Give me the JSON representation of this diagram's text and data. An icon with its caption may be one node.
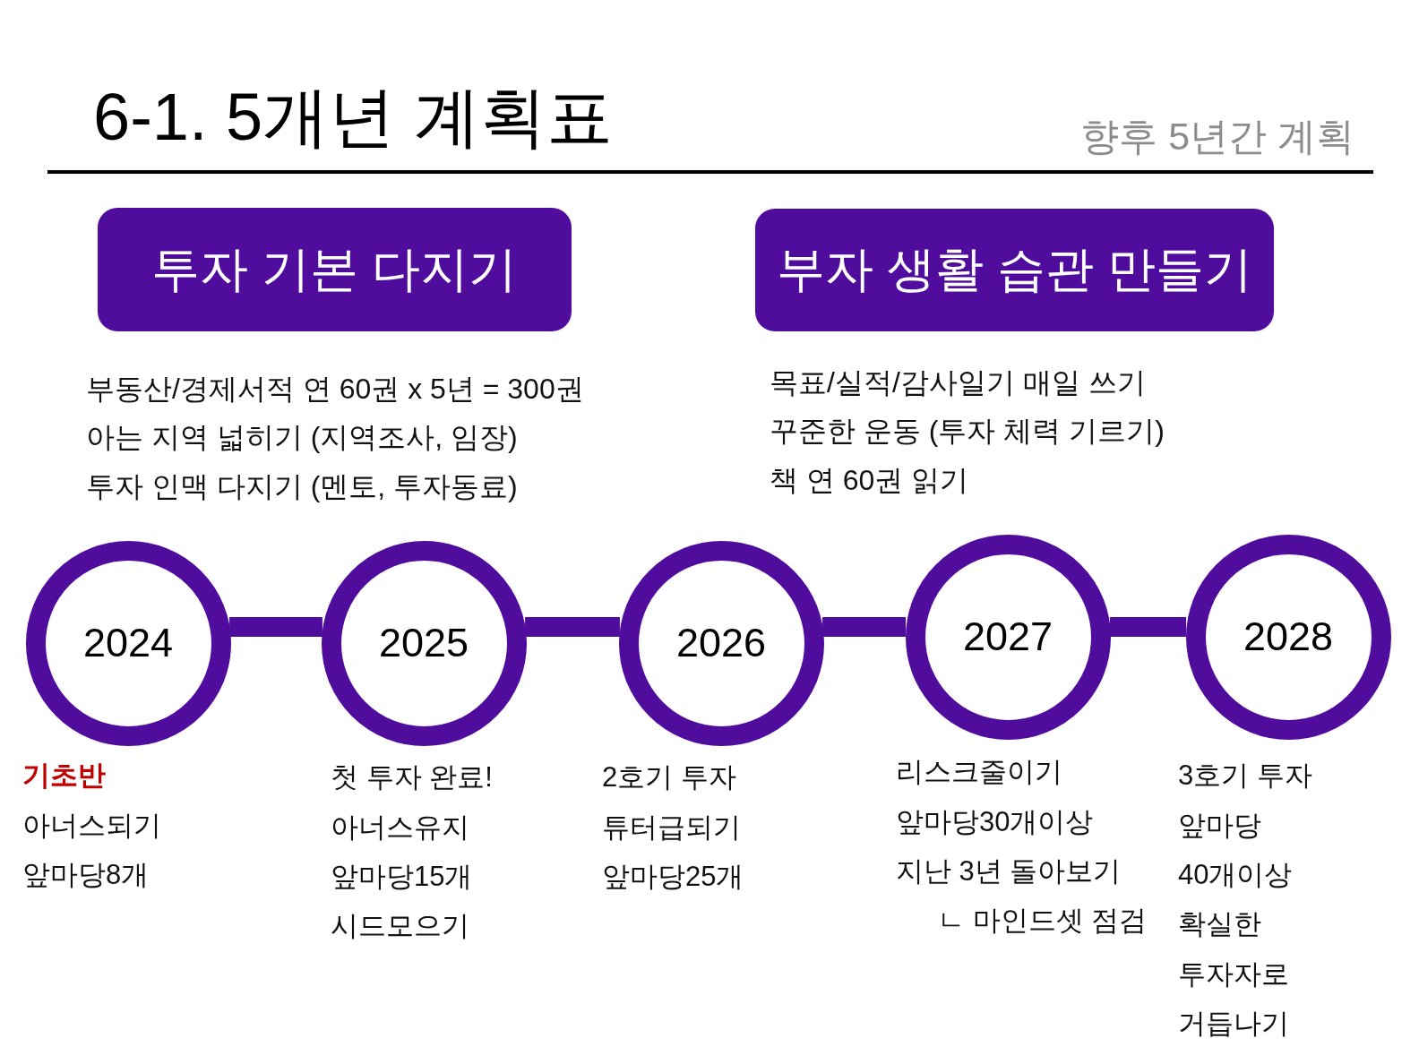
{
  "diagram": {
    "title": "6-1. 5개년 계획표",
    "nodes": [
      {
        "text": [
          "투자 기본 다지기"
        ],
        "beside": [
          "부동산/경제서적 연 60권 x 5년 = 300권",
          "아는 지역 넓히기 (지역조사, 임장)",
          "투자 인맥 다지기 (멘토, 투자동료)"
        ]
      },
      {
        "text": [
          "부자 생활 습관 만들기"
        ],
        "beside": [
          "목표/실적/감사일기 매일 쓰기",
          "꾸준한 운동 (투자 체력 기르기)",
          "책 연 60권 읽기"
        ]
      },
      {
        "text": [
          "2024"
        ],
        "beside": [
          "기초반",
          "아너스되기",
          "앞마당8개"
        ]
      },
      {
        "text": [
          "2025"
        ],
        "beside": [
          "첫 투자 완료!",
          "아너스유지",
          "앞마당15개",
          "시드모으기"
        ]
      },
      {
        "text": [
          "2026"
        ],
        "beside": [
          "2호기 투자",
          "튜터급되기",
          "앞마당25개"
        ]
      },
      {
        "text": [
          "2027"
        ],
        "beside": [
          "리스크줄이기",
          "앞마당30개이상",
          "지난 3년 돌아보기",
          "ㄴ 마인드셋 점검"
        ]
      },
      {
        "text": [
          "2028"
        ],
        "beside": [
          "3호기 투자",
          "앞마당 40개이상",
          "확실한 투자자로 거듭나기"
        ]
      }
    ],
    "edges": [
      {
        "from": 2,
        "to": 3,
        "arrow": "none"
      },
      {
        "from": 3,
        "to": 4,
        "arrow": "none"
      },
      {
        "from": 4,
        "to": 5,
        "arrow": "none"
      },
      {
        "from": 5,
        "to": 6,
        "arrow": "none"
      }
    ],
    "labels": [
      "향후 5년간 계획"
    ]
  }
}
